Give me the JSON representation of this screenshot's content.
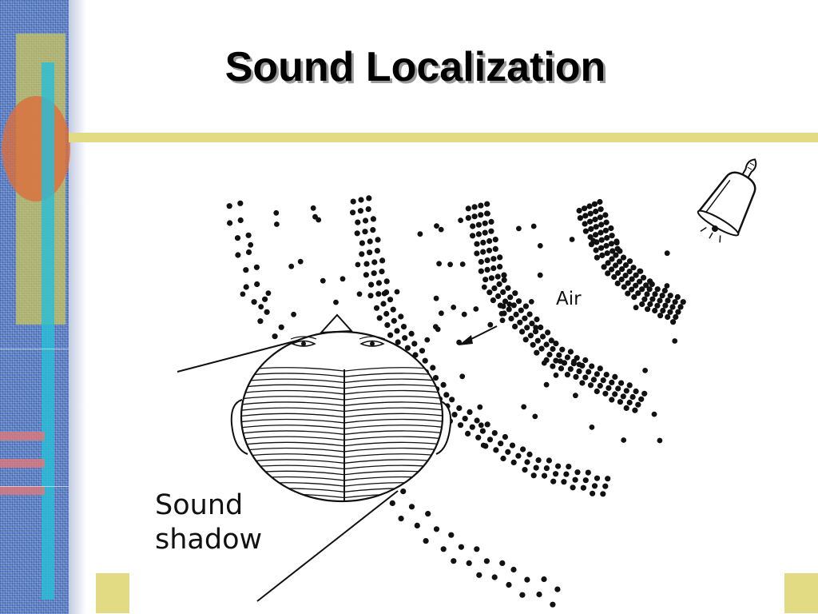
{
  "slide": {
    "title": "Sound Localization"
  },
  "figure": {
    "air_label": "Air",
    "shadow_label_line1": "Sound",
    "shadow_label_line2": "shadow",
    "icons": [
      "bell-icon",
      "head-top-view",
      "direction-arrow"
    ]
  },
  "colors": {
    "accent_band": "#e3db83",
    "side_pattern": "#5b7fc4",
    "text": "#000000"
  }
}
